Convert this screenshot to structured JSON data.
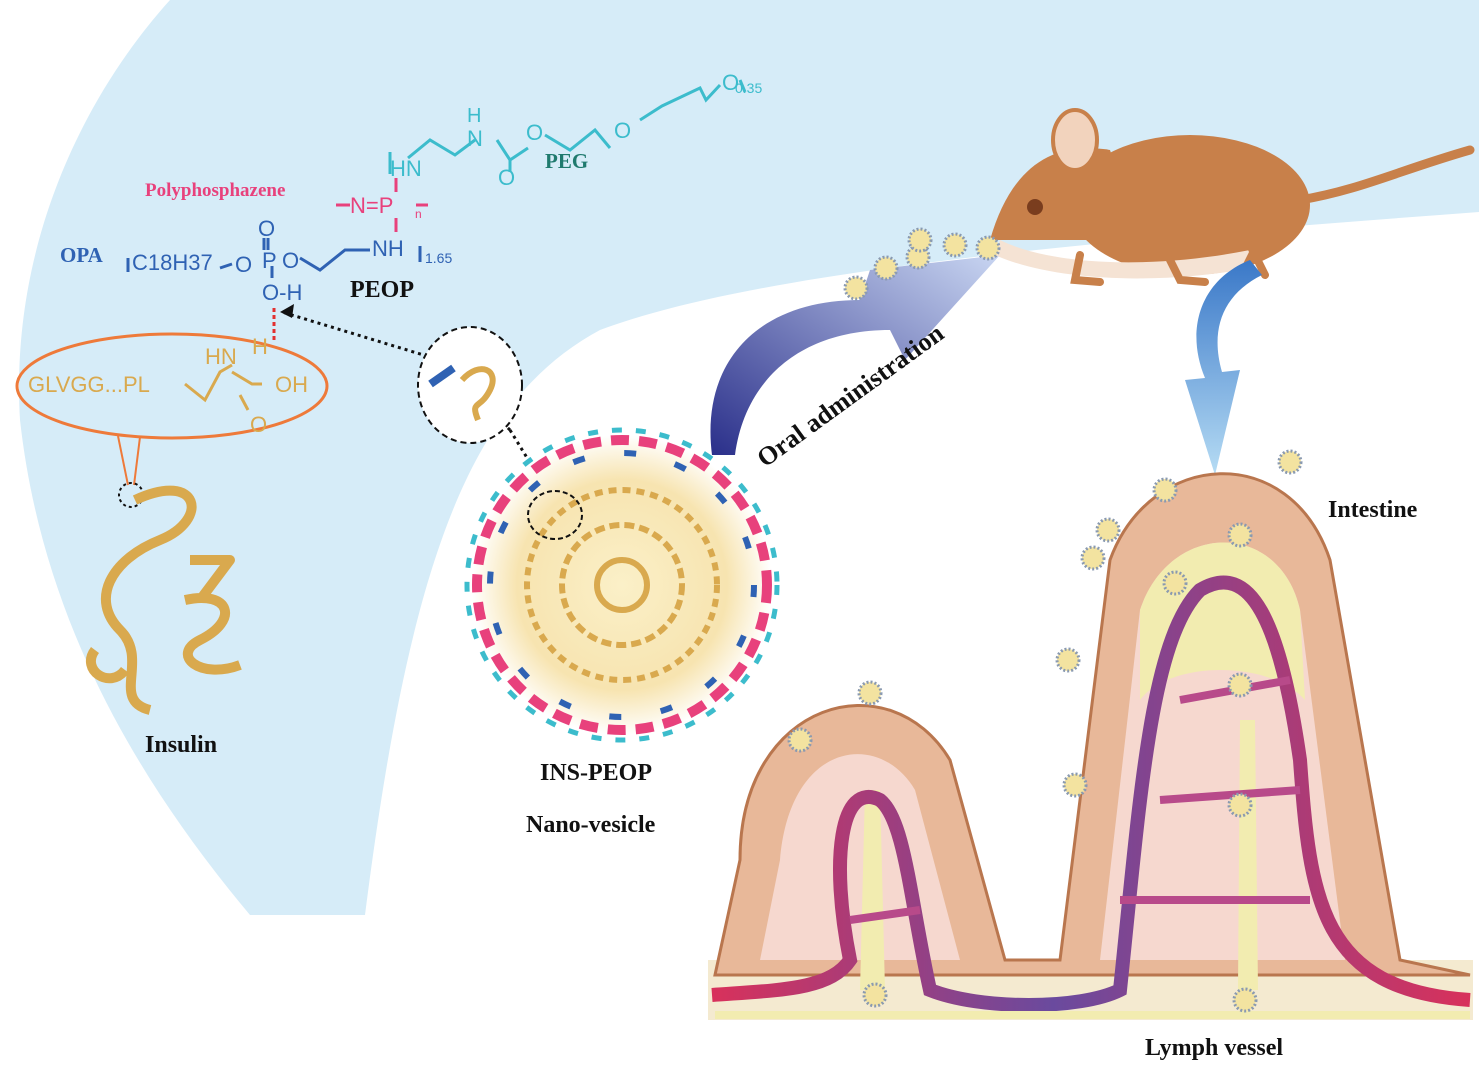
{
  "colors": {
    "panel": "#d6ecf8",
    "polyphosphazene": "#e8417c",
    "peg": "#3cbccc",
    "peg_label": "#1f7a6e",
    "opa": "#2f62b3",
    "insulin": "#d9a94e",
    "balloon": "#ee7a3a",
    "mouse": "#c8804a",
    "villus": "#e8b899",
    "blood_red": "#d8315b",
    "blood_blue": "#5a4a9c",
    "lymph": "#f2ecb0"
  },
  "labels": {
    "polyphosphazene": "Polyphosphazene",
    "peg": "PEG",
    "opa": "OPA",
    "peop": "PEOP",
    "insulin": "Insulin",
    "ins_peop": "INS-PEOP",
    "nano_vesicle": "Nano-vesicle",
    "oral_administration": "Oral administration",
    "intestine": "Intestine",
    "lymph_vessel": "Lymph vessel"
  },
  "chemistry": {
    "hn": "HN",
    "np": "N=P",
    "n_sub": "n",
    "nh": "NH",
    "sub_165": "1.65",
    "c18h37": "C18H37",
    "o_link": "O",
    "p_atom": "P",
    "o_top": "O",
    "o_link2": "O",
    "oh": "O-H",
    "peg_h": "H",
    "peg_n": "N",
    "peg_o1": "O",
    "peg_o2": "O",
    "peg_o3": "O",
    "peg_o4": "O",
    "sub_035": "0.35",
    "peptide": "GLVGG...PL",
    "ins_hn": "HN",
    "ins_h": "H",
    "ins_oh": "OH",
    "ins_o": "O"
  }
}
